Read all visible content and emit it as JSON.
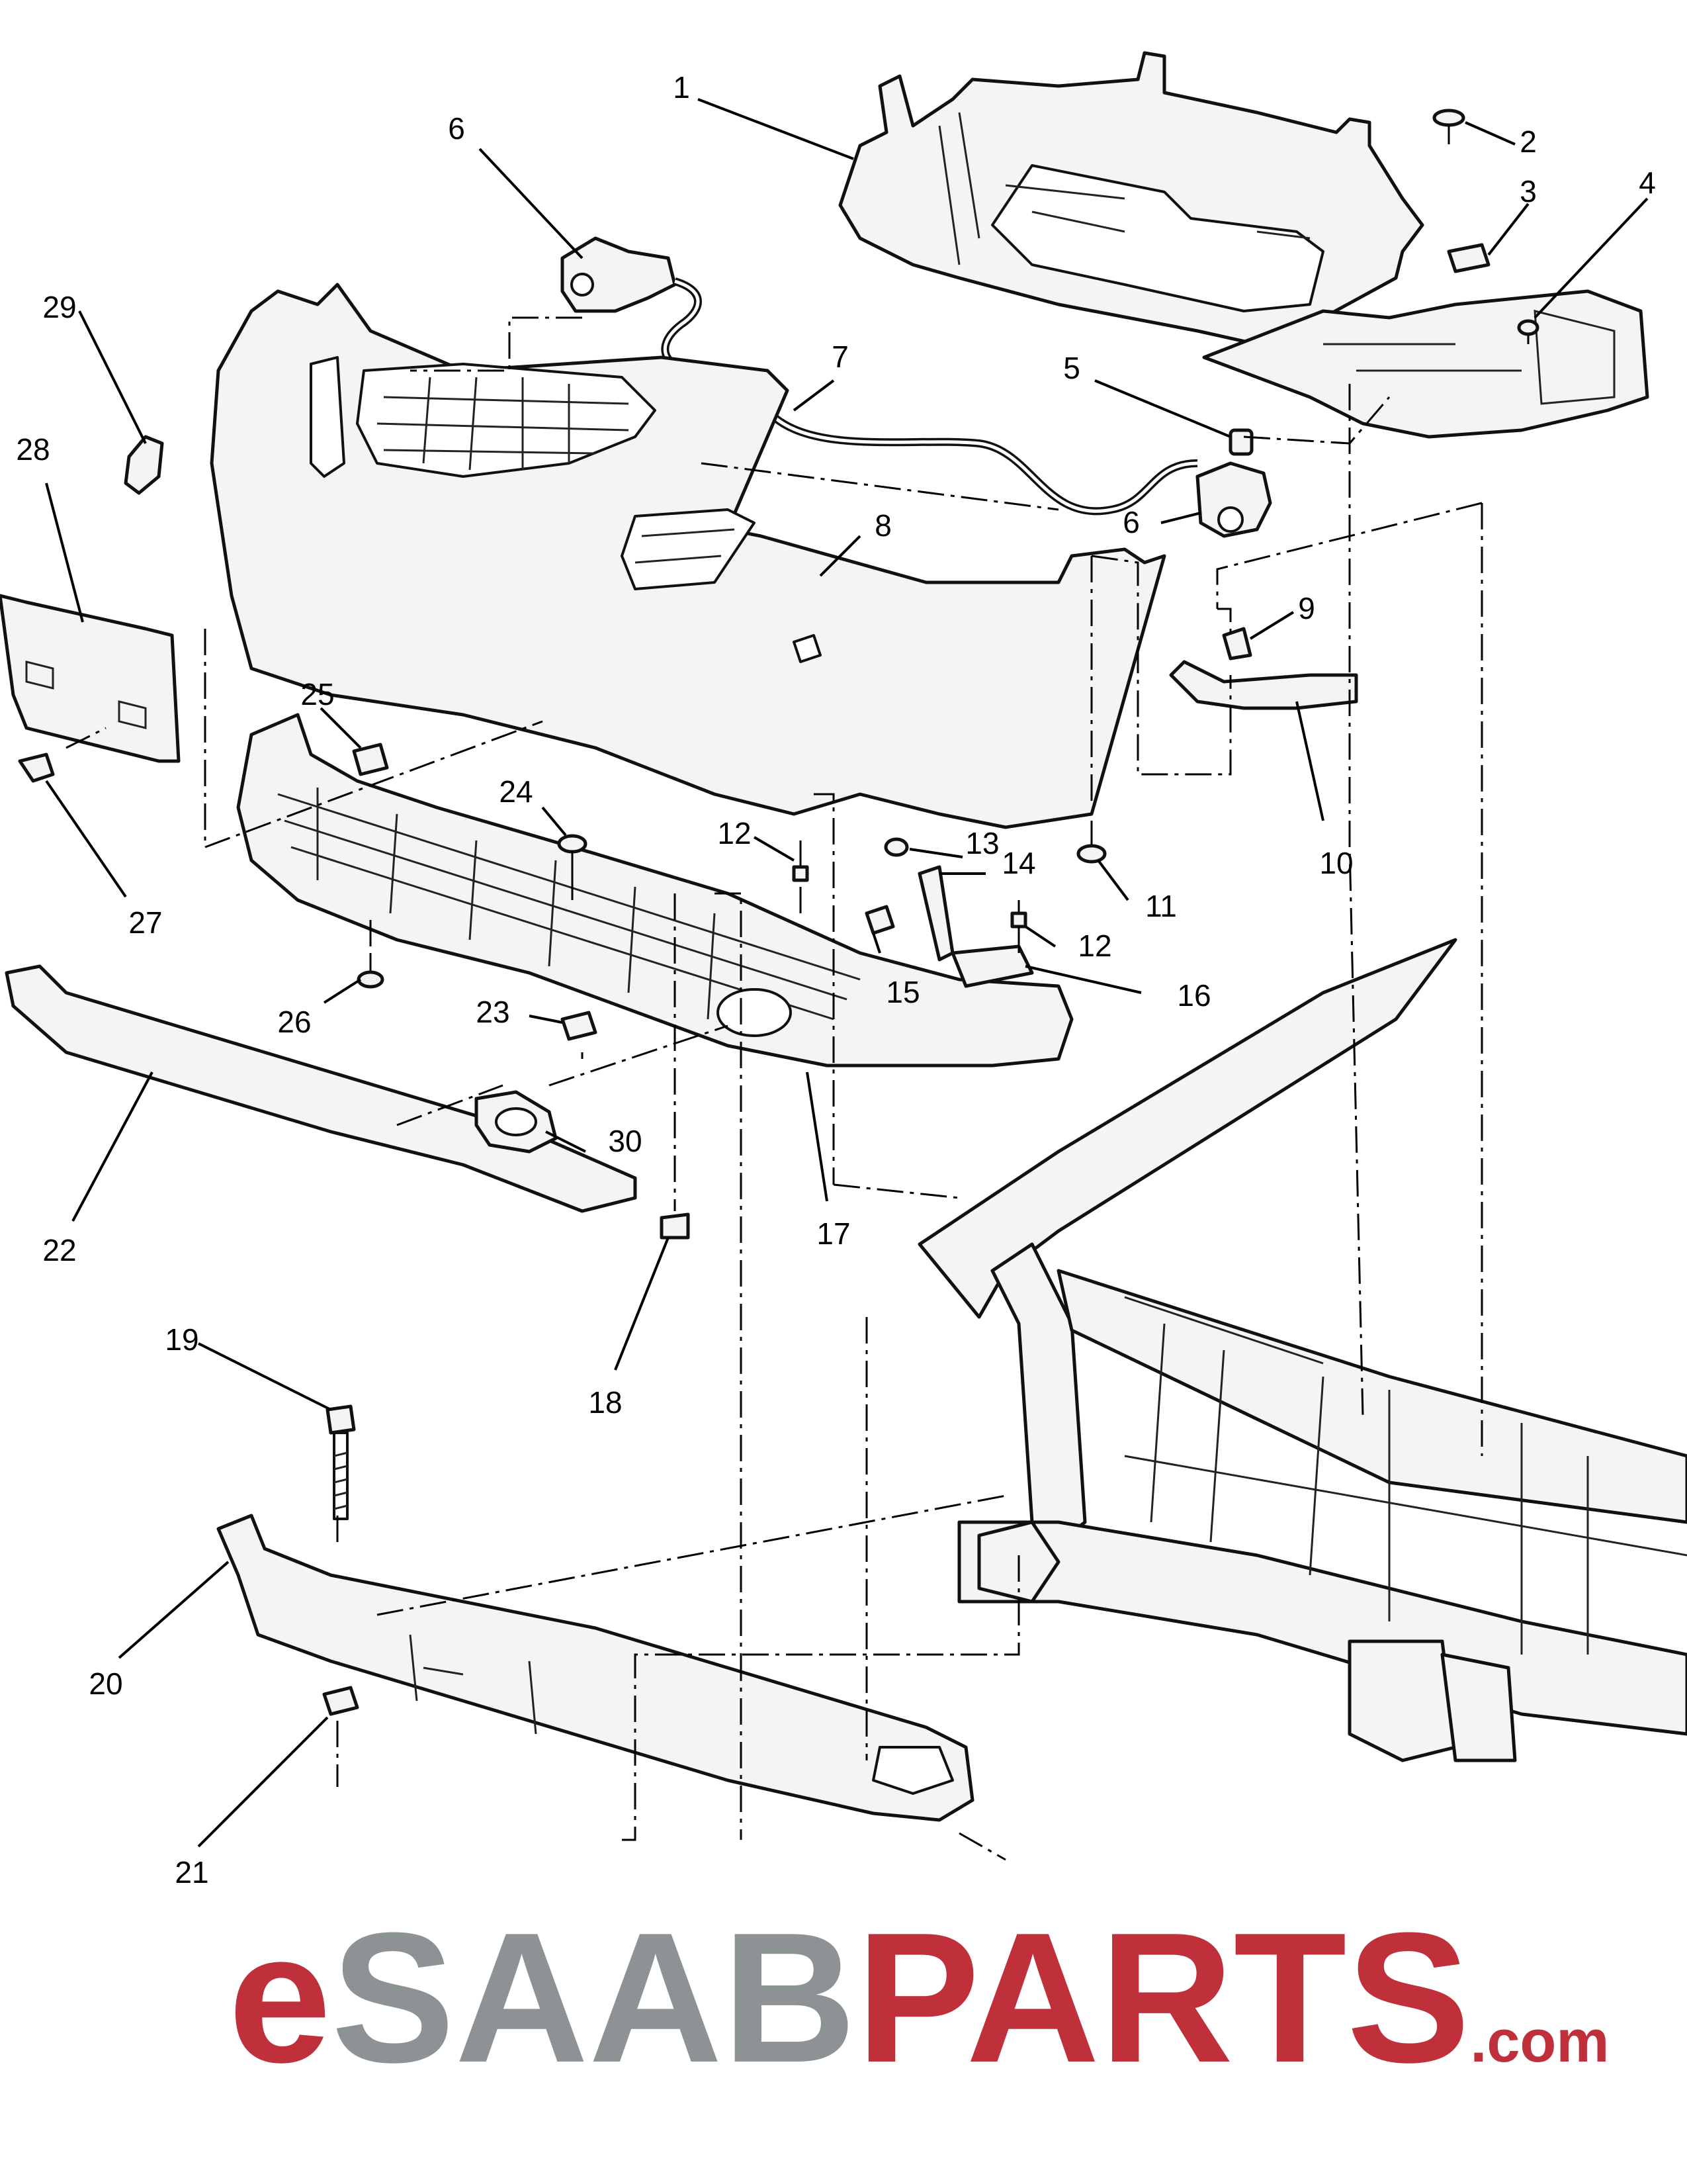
{
  "callouts": [
    {
      "id": "c1",
      "label": "1"
    },
    {
      "id": "c2",
      "label": "2"
    },
    {
      "id": "c3",
      "label": "3"
    },
    {
      "id": "c4",
      "label": "4"
    },
    {
      "id": "c5",
      "label": "5"
    },
    {
      "id": "c6a",
      "label": "6"
    },
    {
      "id": "c6b",
      "label": "6"
    },
    {
      "id": "c7",
      "label": "7"
    },
    {
      "id": "c8",
      "label": "8"
    },
    {
      "id": "c9",
      "label": "9"
    },
    {
      "id": "c10",
      "label": "10"
    },
    {
      "id": "c11",
      "label": "11"
    },
    {
      "id": "c12a",
      "label": "12"
    },
    {
      "id": "c12b",
      "label": "12"
    },
    {
      "id": "c13",
      "label": "13"
    },
    {
      "id": "c14",
      "label": "14"
    },
    {
      "id": "c15",
      "label": "15"
    },
    {
      "id": "c16",
      "label": "16"
    },
    {
      "id": "c17",
      "label": "17"
    },
    {
      "id": "c18",
      "label": "18"
    },
    {
      "id": "c19",
      "label": "19"
    },
    {
      "id": "c20",
      "label": "20"
    },
    {
      "id": "c21",
      "label": "21"
    },
    {
      "id": "c22",
      "label": "22"
    },
    {
      "id": "c23",
      "label": "23"
    },
    {
      "id": "c24",
      "label": "24"
    },
    {
      "id": "c25",
      "label": "25"
    },
    {
      "id": "c26",
      "label": "26"
    },
    {
      "id": "c27",
      "label": "27"
    },
    {
      "id": "c28",
      "label": "28"
    },
    {
      "id": "c29",
      "label": "29"
    },
    {
      "id": "c30",
      "label": "30"
    }
  ],
  "logo": {
    "prefix": "e",
    "brand": "SAAB",
    "suffix": "PARTS",
    "tld": ".com",
    "colors": {
      "red": "#c0303a",
      "gray": "#8d9294"
    }
  }
}
